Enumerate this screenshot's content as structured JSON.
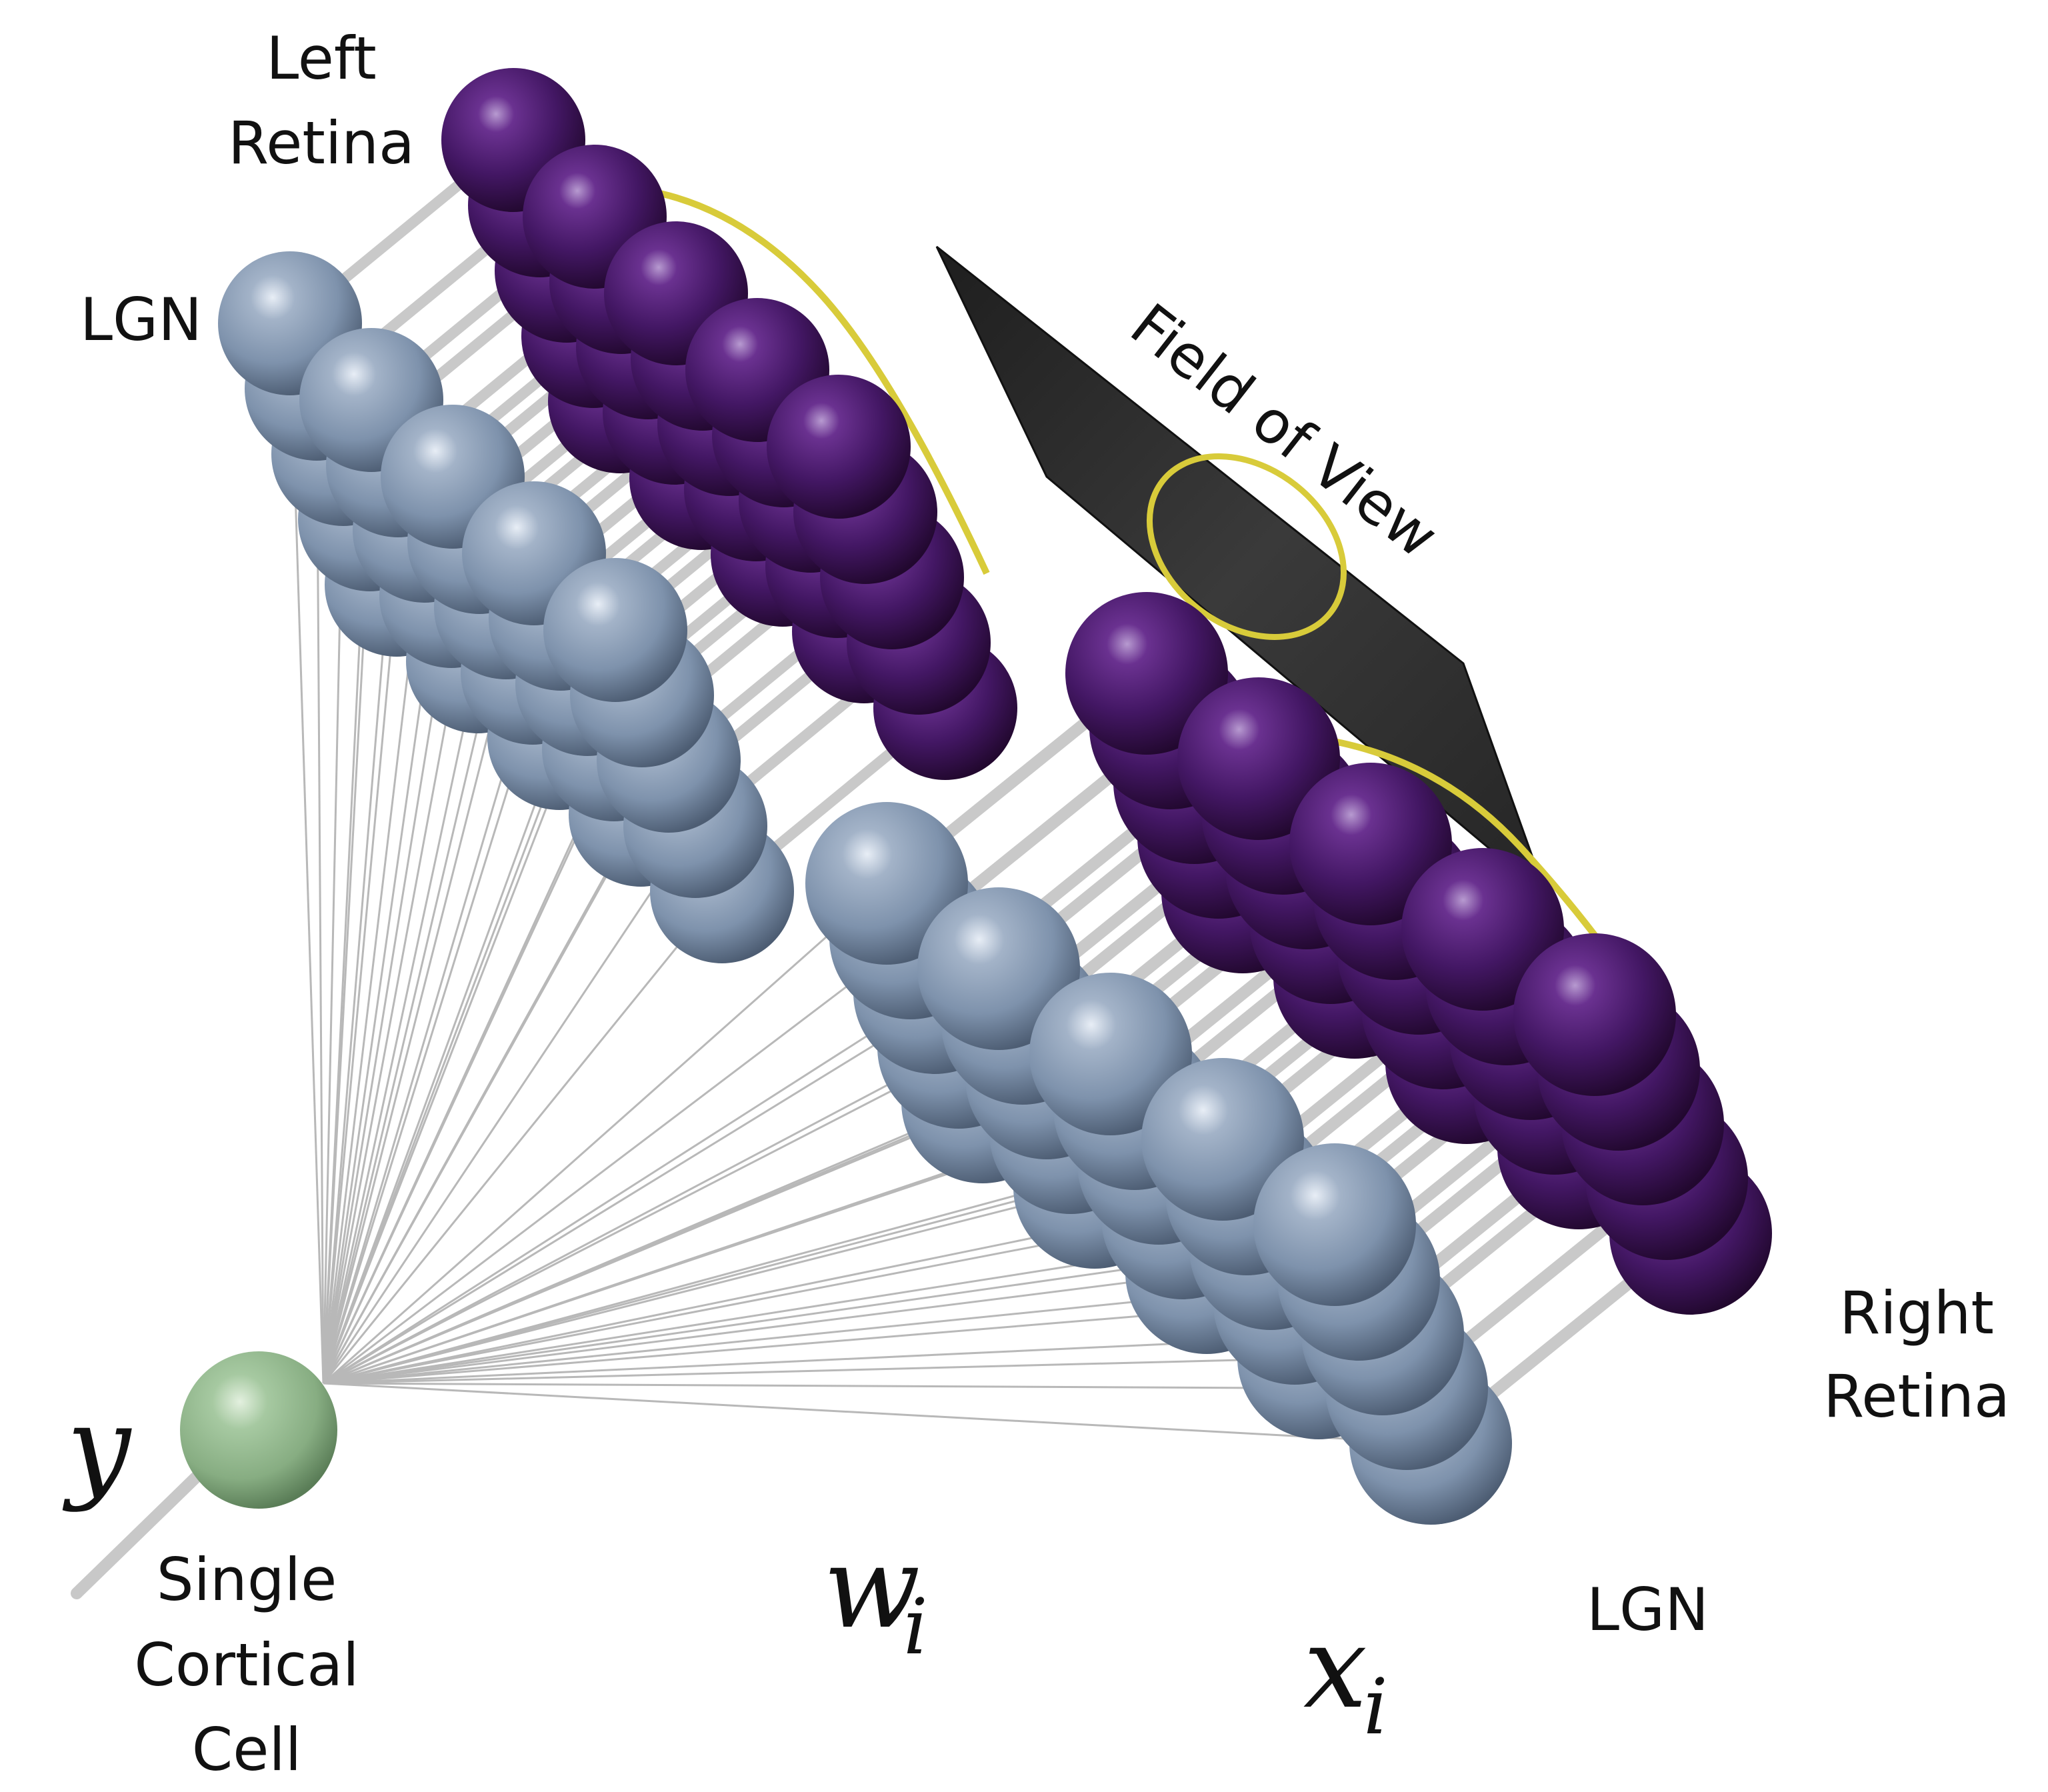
{
  "labels": {
    "left_retina_line1": "Left",
    "left_retina_line2": "Retina",
    "lgn_top": "LGN",
    "field_of_view": "Field of View",
    "right_retina_line1": "Right",
    "right_retina_line2": "Retina",
    "lgn_bottom": "LGN",
    "cell_line1": "Single",
    "cell_line2": "Cortical",
    "cell_line3": "Cell",
    "y_symbol": "y",
    "w_symbol": "w",
    "w_subscript": "i",
    "x_symbol": "x",
    "x_subscript": "i"
  },
  "colors": {
    "retina": "#4a1a6b",
    "lgn": "#8fa1b8",
    "cortical": "#9cbf98",
    "ring": "#d8cb3a",
    "rod": "#c8c8c8",
    "panel": "#2e2e2e"
  }
}
